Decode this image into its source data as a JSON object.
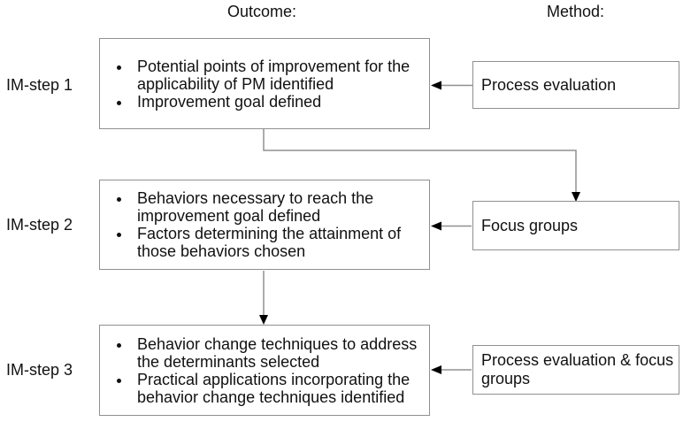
{
  "headers": {
    "outcome": "Outcome:",
    "method": "Method:"
  },
  "rows": [
    {
      "step": "IM-step 1",
      "outcomes": [
        "Potential points of improvement for the applicability of PM identified",
        "Improvement goal defined"
      ],
      "method": "Process evaluation"
    },
    {
      "step": "IM-step 2",
      "outcomes": [
        "Behaviors necessary to reach the improvement goal defined",
        "Factors determining the attainment of those behaviors chosen"
      ],
      "method": "Focus groups"
    },
    {
      "step": "IM-step 3",
      "outcomes": [
        "Behavior change techniques to address the determinants selected",
        "Practical applications incorporating the behavior change techniques identified"
      ],
      "method": "Process evaluation & focus groups"
    }
  ],
  "colors": {
    "background": "#ffffff",
    "box_border": "#909090",
    "connector_line": "#909090",
    "arrowhead": "#000000",
    "text": "#111111"
  }
}
